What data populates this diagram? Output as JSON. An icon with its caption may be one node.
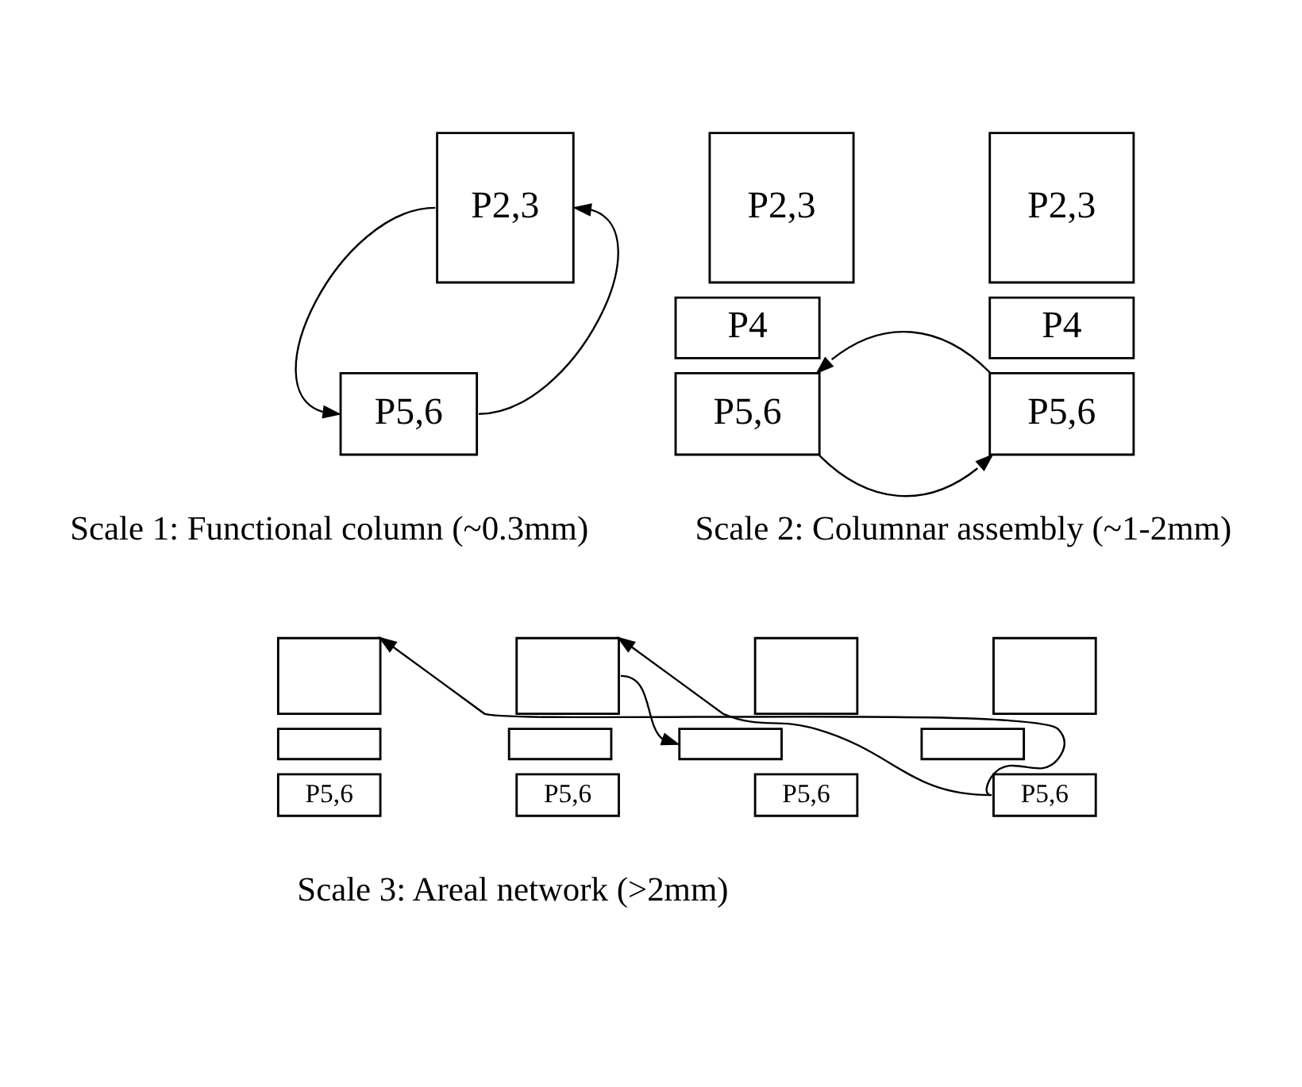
{
  "diagram": {
    "nodes": [
      {
        "text": [
          "P2,3"
        ]
      },
      {
        "text": [
          "P5,6"
        ]
      },
      {
        "text": [
          "P2,3"
        ]
      },
      {
        "text": [
          "P4"
        ]
      },
      {
        "text": [
          "P5,6"
        ]
      },
      {
        "text": [
          "P2,3"
        ]
      },
      {
        "text": [
          "P4"
        ]
      },
      {
        "text": [
          "P5,6"
        ]
      },
      {
        "text": [],
        "shape": "box"
      },
      {
        "text": [],
        "shape": "box"
      },
      {
        "text": [
          "P5,6"
        ]
      },
      {
        "text": [],
        "shape": "box"
      },
      {
        "text": [],
        "shape": "box"
      },
      {
        "text": [
          "P5,6"
        ]
      },
      {
        "text": [],
        "shape": "box"
      },
      {
        "text": [],
        "shape": "box"
      },
      {
        "text": [
          "P5,6"
        ]
      },
      {
        "text": [],
        "shape": "box"
      },
      {
        "text": [],
        "shape": "box"
      },
      {
        "text": [
          "P5,6"
        ]
      }
    ],
    "edges": [
      {
        "from": 0,
        "to": 1,
        "arrow": "to"
      },
      {
        "from": 1,
        "to": 0,
        "arrow": "to"
      },
      {
        "from": 7,
        "to": 4,
        "arrow": "to"
      },
      {
        "from": 4,
        "to": 7,
        "arrow": "to"
      },
      {
        "from": 19,
        "to": 8,
        "arrow": "to"
      },
      {
        "from": 19,
        "to": 11,
        "arrow": "to"
      },
      {
        "from": 11,
        "to": 15,
        "arrow": "to"
      }
    ],
    "labels": [
      "Scale 1: Functional column (~0.3mm)",
      "Scale 2: Columnar assembly (~1-2mm)",
      "Scale 3: Areal network (>2mm)"
    ]
  }
}
